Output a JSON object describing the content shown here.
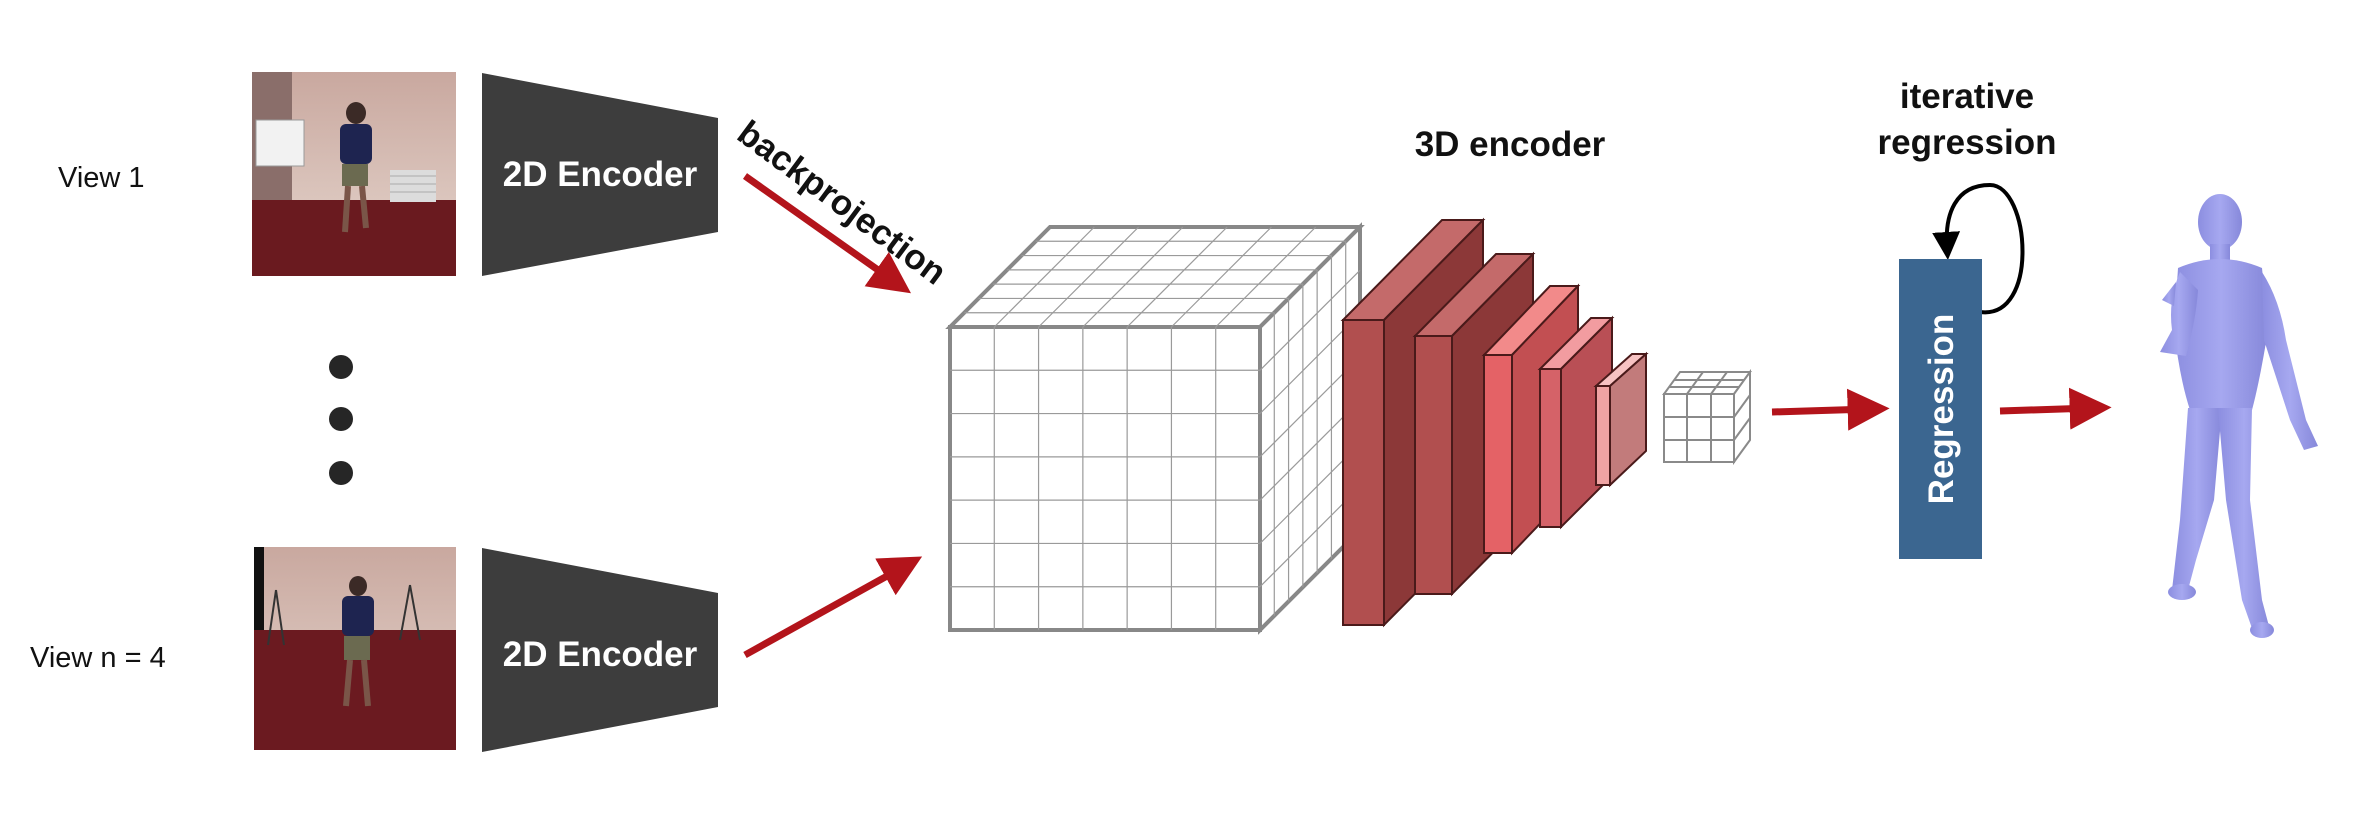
{
  "views": {
    "top_label": "View 1",
    "bottom_label": "View n = 4"
  },
  "encoder_2d": {
    "top_label": "2D Encoder",
    "bottom_label": "2D Encoder"
  },
  "backprojection_label": "backprojection",
  "encoder_3d_label": "3D encoder",
  "iterative_regression": {
    "line1": "iterative",
    "line2": "regression"
  },
  "regression_label": "Regression",
  "colors": {
    "arrow_red": "#b3141b",
    "encoder_dark": "#3d3d3d",
    "regression_blue": "#3b6690",
    "mesh_lavender": "#9b9ce8",
    "grid_gray": "#888888"
  }
}
